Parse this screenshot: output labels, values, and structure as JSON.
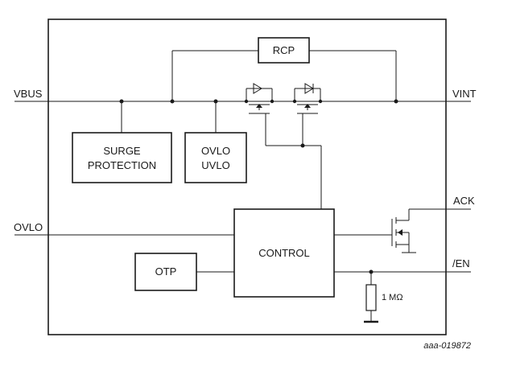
{
  "pins": {
    "vbus": "VBUS",
    "vint": "VINT",
    "ovlo": "OVLO",
    "ack": "ACK",
    "en": "/EN"
  },
  "blocks": {
    "rcp": "RCP",
    "surge_line1": "SURGE",
    "surge_line2": "PROTECTION",
    "ovlo_line1": "OVLO",
    "ovlo_line2": "UVLO",
    "control": "CONTROL",
    "otp": "OTP"
  },
  "resistor": {
    "value": "1 MΩ"
  },
  "figure_ref": "aaa-019872"
}
